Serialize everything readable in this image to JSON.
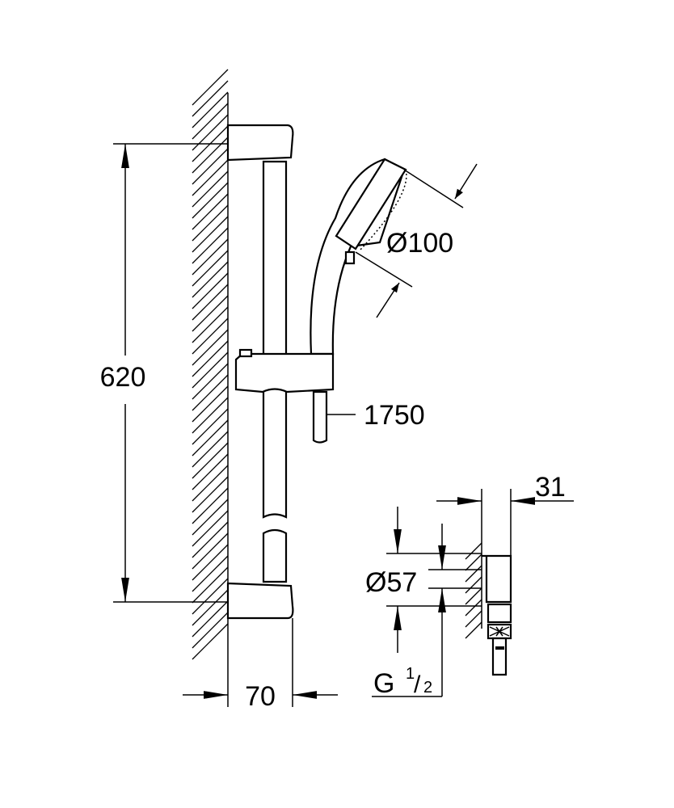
{
  "dimensions": {
    "rail_height": "620",
    "shower_head_diameter": "Ø100",
    "hose_length": "1750",
    "wall_distance": "70",
    "outlet_depth": "31",
    "outlet_diameter": "Ø57",
    "thread_prefix": "G",
    "thread_num": "1",
    "thread_slash": "/",
    "thread_den": "2"
  }
}
